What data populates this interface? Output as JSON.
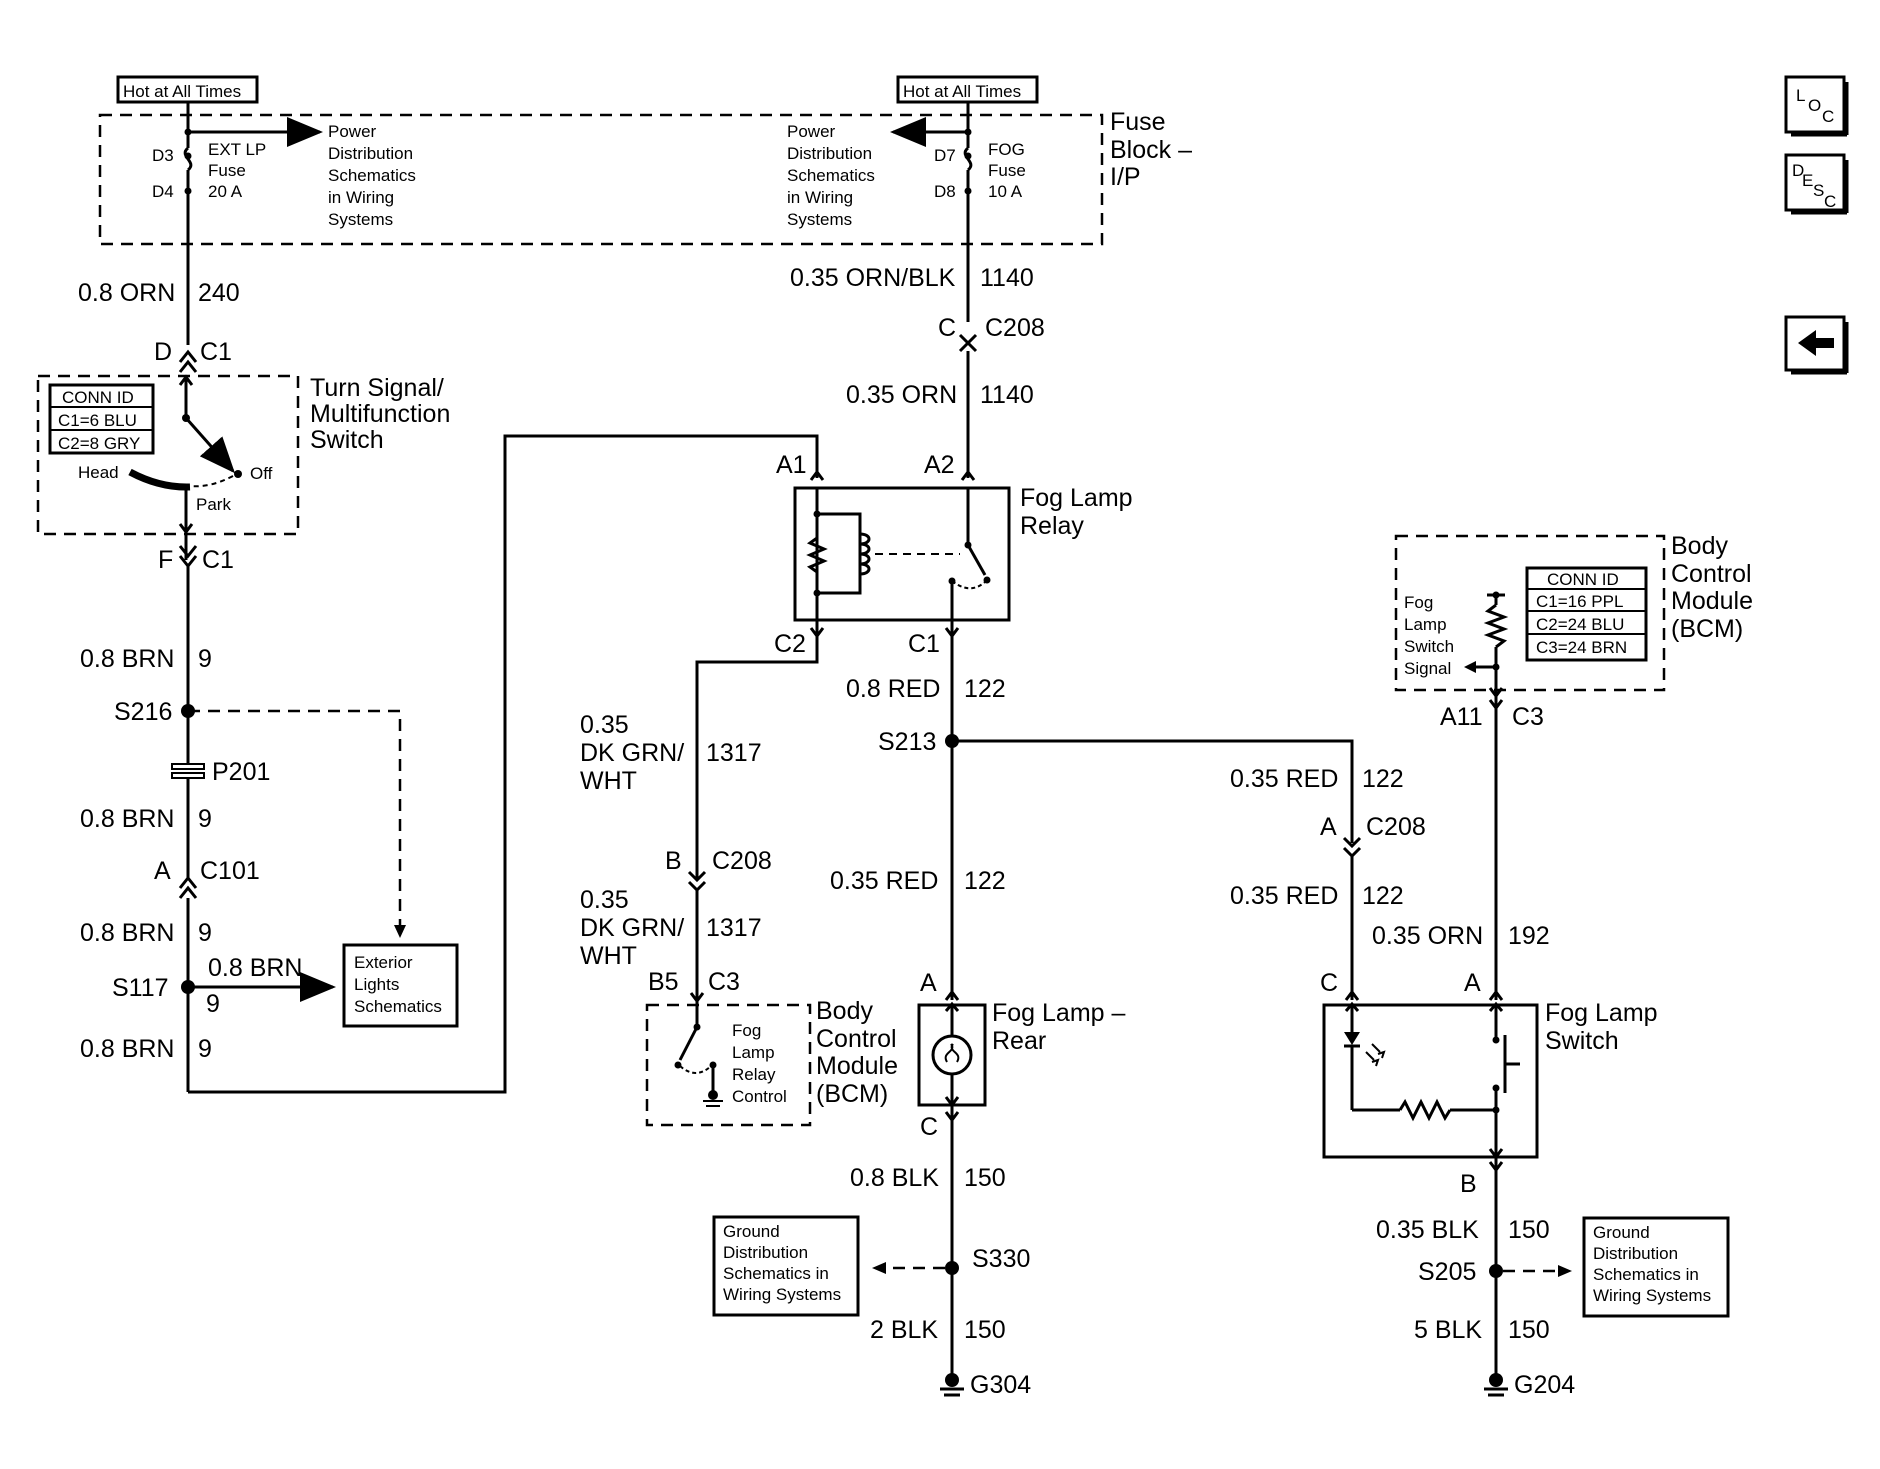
{
  "nav": {
    "loc": {
      "l1": "L",
      "l2": "O",
      "l3": "C"
    },
    "desc": {
      "l1": "D",
      "l2": "E",
      "l3": "S",
      "l4": "C"
    }
  },
  "power": {
    "left_hot": "Hot at All Times",
    "right_hot": "Hot at All Times",
    "fuse_block": [
      "Fuse",
      "Block –",
      "I/P"
    ],
    "ext_fuse": {
      "pin_in": "D3",
      "pin_out": "D4",
      "lines": [
        "EXT LP",
        "Fuse",
        "20 A"
      ]
    },
    "fog_fuse": {
      "pin_in": "D7",
      "pin_out": "D8",
      "lines": [
        "FOG",
        "Fuse",
        "10 A"
      ]
    },
    "pds_left": [
      "Power",
      "Distribution",
      "Schematics",
      "in Wiring",
      "Systems"
    ],
    "pds_right": [
      "Power",
      "Distribution",
      "Schematics",
      "in Wiring",
      "Systems"
    ]
  },
  "left_branch": {
    "w240": {
      "gauge": "0.8 ORN",
      "circuit": "240"
    },
    "c1_top": {
      "pin": "D",
      "conn": "C1"
    },
    "switch_title": [
      "Turn Signal/",
      "Multifunction",
      "Switch"
    ],
    "conn_id": [
      "CONN ID",
      "C1=6 BLU",
      "C2=8 GRY"
    ],
    "head": "Head",
    "park": "Park",
    "off": "Off",
    "c1_bot": {
      "pin": "F",
      "conn": "C1"
    },
    "w9a": {
      "gauge": "0.8 BRN",
      "circuit": "9"
    },
    "s216": "S216",
    "p201": "P201",
    "w9b": {
      "gauge": "0.8 BRN",
      "circuit": "9"
    },
    "c101": {
      "pin": "A",
      "conn": "C101"
    },
    "w9c": {
      "gauge": "0.8 BRN",
      "circuit": "9"
    },
    "s117": "S117",
    "w9d": {
      "gauge": "0.8 BRN",
      "circuit": "9"
    },
    "w9e": {
      "gauge": "0.8 BRN",
      "circuit": "9"
    },
    "ext_lights": [
      "Exterior",
      "Lights",
      "Schematics"
    ]
  },
  "relay_branch": {
    "w1140a": {
      "gauge": "0.35 ORN/BLK",
      "circuit": "1140"
    },
    "c208_top": {
      "pin": "C",
      "conn": "C208"
    },
    "w1140b": {
      "gauge": "0.35 ORN",
      "circuit": "1140"
    },
    "a1": "A1",
    "a2": "A2",
    "relay_title": [
      "Fog Lamp",
      "Relay"
    ],
    "c2": "C2",
    "c1": "C1",
    "w1317a": {
      "gauge": [
        "0.35",
        "DK GRN/",
        "WHT"
      ],
      "circuit": "1317"
    },
    "c208_mid": {
      "pin": "B",
      "conn": "C208"
    },
    "w1317b": {
      "gauge": [
        "0.35",
        "DK GRN/",
        "WHT"
      ],
      "circuit": "1317"
    },
    "b5c3": {
      "pin": "B5",
      "conn": "C3"
    },
    "bcm_small": [
      "Fog",
      "Lamp",
      "Relay",
      "Control"
    ],
    "bcm_title": [
      "Body",
      "Control",
      "Module",
      "(BCM)"
    ],
    "w122a": {
      "gauge": "0.8 RED",
      "circuit": "122"
    },
    "s213": "S213",
    "w122b": {
      "gauge": "0.35 RED",
      "circuit": "122"
    },
    "rear_a": "A",
    "rear_title": [
      "Fog Lamp –",
      "Rear"
    ],
    "rear_c": "C",
    "w150a": {
      "gauge": "0.8 BLK",
      "circuit": "150"
    },
    "s330": "S330",
    "gnd_left": [
      "Ground",
      "Distribution",
      "Schematics in",
      "Wiring Systems"
    ],
    "w150b": {
      "gauge": "2 BLK",
      "circuit": "150"
    },
    "g304": "G304"
  },
  "right_branch": {
    "w122c": {
      "gauge": "0.35 RED",
      "circuit": "122"
    },
    "c208_right": {
      "pin": "A",
      "conn": "C208"
    },
    "w122d": {
      "gauge": "0.35 RED",
      "circuit": "122"
    },
    "bcm_title": [
      "Body",
      "Control",
      "Module",
      "(BCM)"
    ],
    "bcm_small": [
      "Fog",
      "Lamp",
      "Switch",
      "Signal"
    ],
    "conn_id": [
      "CONN ID",
      "C1=16 PPL",
      "C2=24 BLU",
      "C3=24 BRN"
    ],
    "a11c3": {
      "pin": "A11",
      "conn": "C3"
    },
    "w192": {
      "gauge": "0.35 ORN",
      "circuit": "192"
    },
    "sw_c": "C",
    "sw_a": "A",
    "sw_title": [
      "Fog Lamp",
      "Switch"
    ],
    "sw_b": "B",
    "w150c": {
      "gauge": "0.35 BLK",
      "circuit": "150"
    },
    "s205": "S205",
    "gnd_right": [
      "Ground",
      "Distribution",
      "Schematics in",
      "Wiring Systems"
    ],
    "w150d": {
      "gauge": "5 BLK",
      "circuit": "150"
    },
    "g204": "G204"
  }
}
